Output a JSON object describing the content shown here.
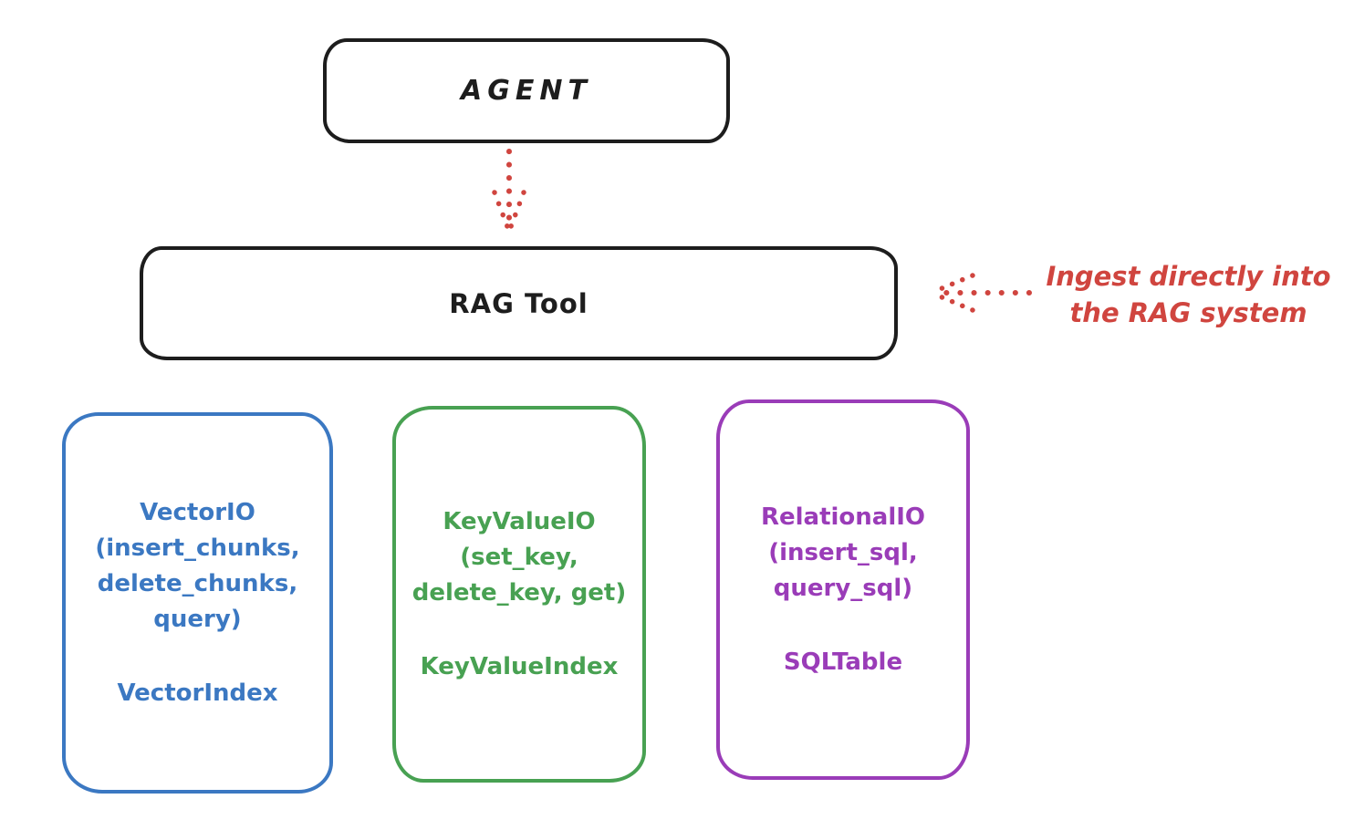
{
  "colors": {
    "background": "#ffffff",
    "ink": "#1d1d1d",
    "red": "#d0453f",
    "blue": "#3b78c2",
    "green": "#48a152",
    "purple": "#9a3cb8"
  },
  "agent": {
    "label": "AGENT"
  },
  "rag_tool": {
    "label": "RAG Tool"
  },
  "annotation": {
    "line1": "Ingest directly into",
    "line2": "the RAG system"
  },
  "arrows": [
    {
      "name": "agent-to-rag-tool",
      "style": "dotted",
      "color": "#d0453f",
      "direction": "down"
    },
    {
      "name": "annotation-to-rag-tool",
      "style": "dotted",
      "color": "#d0453f",
      "direction": "left"
    }
  ],
  "stores": [
    {
      "name": "vector-io",
      "color": "#3b78c2",
      "lines": [
        "VectorIO",
        "(insert_chunks,",
        "delete_chunks,",
        "query)"
      ],
      "index_label": "VectorIndex"
    },
    {
      "name": "key-value-io",
      "color": "#48a152",
      "lines": [
        "KeyValueIO",
        "(set_key,",
        "delete_key, get)"
      ],
      "index_label": "KeyValueIndex"
    },
    {
      "name": "relational-io",
      "color": "#9a3cb8",
      "lines": [
        "RelationalIO",
        "(insert_sql,",
        "query_sql)"
      ],
      "index_label": "SQLTable"
    }
  ]
}
